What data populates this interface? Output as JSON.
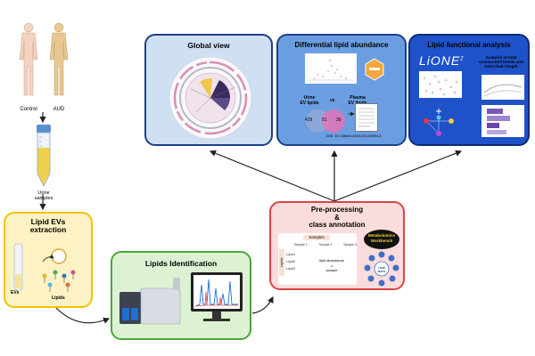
{
  "humans": {
    "control_label": "Control",
    "aud_label": "AUD"
  },
  "tube": {
    "label_line1": "Urine",
    "label_line2": "samples"
  },
  "extraction": {
    "title_line1": "Lipid EVs",
    "title_line2": "extraction",
    "evs_label": "EVs",
    "lipids_label": "Lipids"
  },
  "identification": {
    "title": "Lipids Identification"
  },
  "preprocessing": {
    "title_line1": "Pre-processing",
    "title_line2": "&",
    "title_line3": "class annotation",
    "samples_label": "Samples",
    "sample_cols": [
      "Sample 1",
      "Sample 2",
      "Sample 3"
    ],
    "lipids_axis": "Lipids",
    "lipid_rows": [
      "Lipid1",
      "Lipid2",
      "Lipid3"
    ],
    "lipid_abundance": "lipid abundance",
    "x_symbol": "x",
    "sample_word": "sample",
    "logo_line1": "Metabolomics",
    "logo_line2": "Workbench",
    "wheel_center": "LIPID MAPS"
  },
  "global_view": {
    "title": "Global view"
  },
  "differential": {
    "title": "Differential lipid abundance",
    "urine_line1": "Urine",
    "urine_line2": "EV lipids",
    "vs_label": "vs",
    "plasma_line1": "Plasma",
    "plasma_line2": "EV lipids",
    "venn_left": "429",
    "venn_mid": "51",
    "venn_right": "39",
    "doi": "DOI: 10.1186/s13293-024-00594-5"
  },
  "functional": {
    "title": "Lipid functional analysis",
    "lione_logo": "LiONE",
    "lione_sup": "2",
    "analysis_line1": "Analysis of total",
    "analysis_line2": "unsaturated bonds and",
    "analysis_line3": "total chain length"
  },
  "colors": {
    "extraction_fill": "#fdf2c4",
    "extraction_border": "#f2c200",
    "identification_fill": "#dcf2d3",
    "identification_border": "#4aa837",
    "preprocessing_fill": "#fbdcdc",
    "preprocessing_border": "#d94545",
    "global_fill": "#cfe0f3",
    "global_border": "#1d3f8a",
    "diff_fill": "#6b9ee0",
    "diff_border": "#1d3f8a",
    "func_fill": "#1f52c9",
    "func_border": "#0f2c72"
  }
}
